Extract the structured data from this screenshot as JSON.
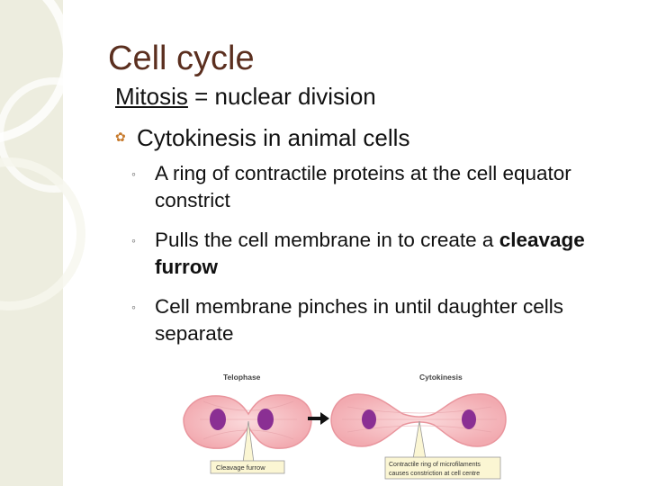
{
  "slide": {
    "title": "Cell cycle",
    "line1_term": "Mitosis",
    "line1_rest": " = nuclear division",
    "line2": "Cytokinesis in animal cells",
    "bullets": [
      {
        "text": "A ring of contractile proteins at the cell equator constrict"
      },
      {
        "pre": "Pulls the cell membrane in to create a ",
        "bold": "cleavage furrow"
      },
      {
        "text": "Cell membrane pinches in until daughter cells separate"
      }
    ]
  },
  "figure": {
    "left_label": "Telophase",
    "right_label": "Cytokinesis",
    "left_callout": "Cleavage furrow",
    "right_callout_line1": "Contractile ring of microfilaments",
    "right_callout_line2": "causes constriction at cell centre"
  },
  "colors": {
    "title": "#5b2f1f",
    "accent_bullet": "#c77a2c",
    "cell_fill": "#f7c3c6",
    "nucleus": "#8a2f93",
    "callout_fill": "#fbf6d3"
  }
}
